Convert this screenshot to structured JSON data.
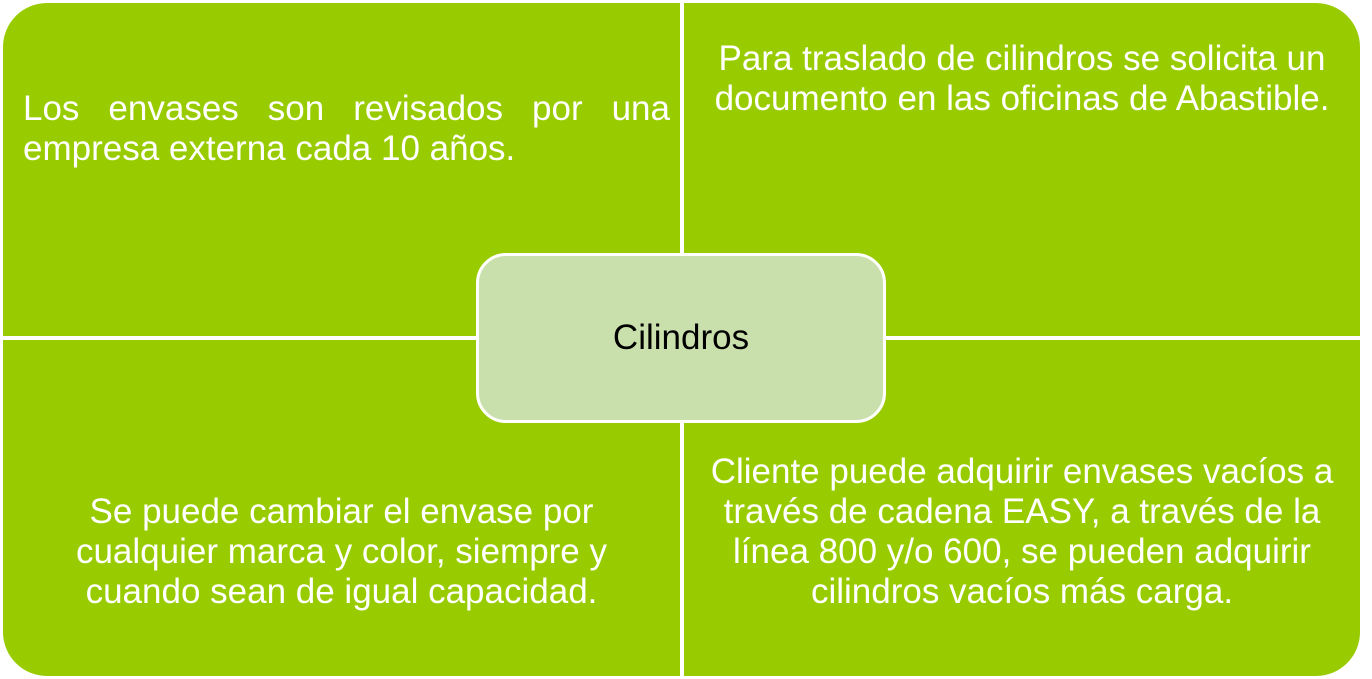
{
  "diagram": {
    "center_label": "Cilindros",
    "quadrants": {
      "top_left": "Los envases son revisados por una empresa externa cada 10 años.",
      "top_right": "Para traslado de cilindros se solicita un documento en las oficinas de Abastible.",
      "bottom_left": "Se puede cambiar el envase por cualquier marca y color, siempre y cuando sean de igual capacidad.",
      "bottom_right": "Cliente puede adquirir envases vacíos a través de cadena EASY, a través de la línea 800 y/o 600, se pueden adquirir cilindros vacíos más carga."
    }
  },
  "colors": {
    "quadrant_fill": "#99cc00",
    "center_fill": "#c9e0ac",
    "quadrant_text": "#ffffff",
    "center_text": "#000000"
  }
}
